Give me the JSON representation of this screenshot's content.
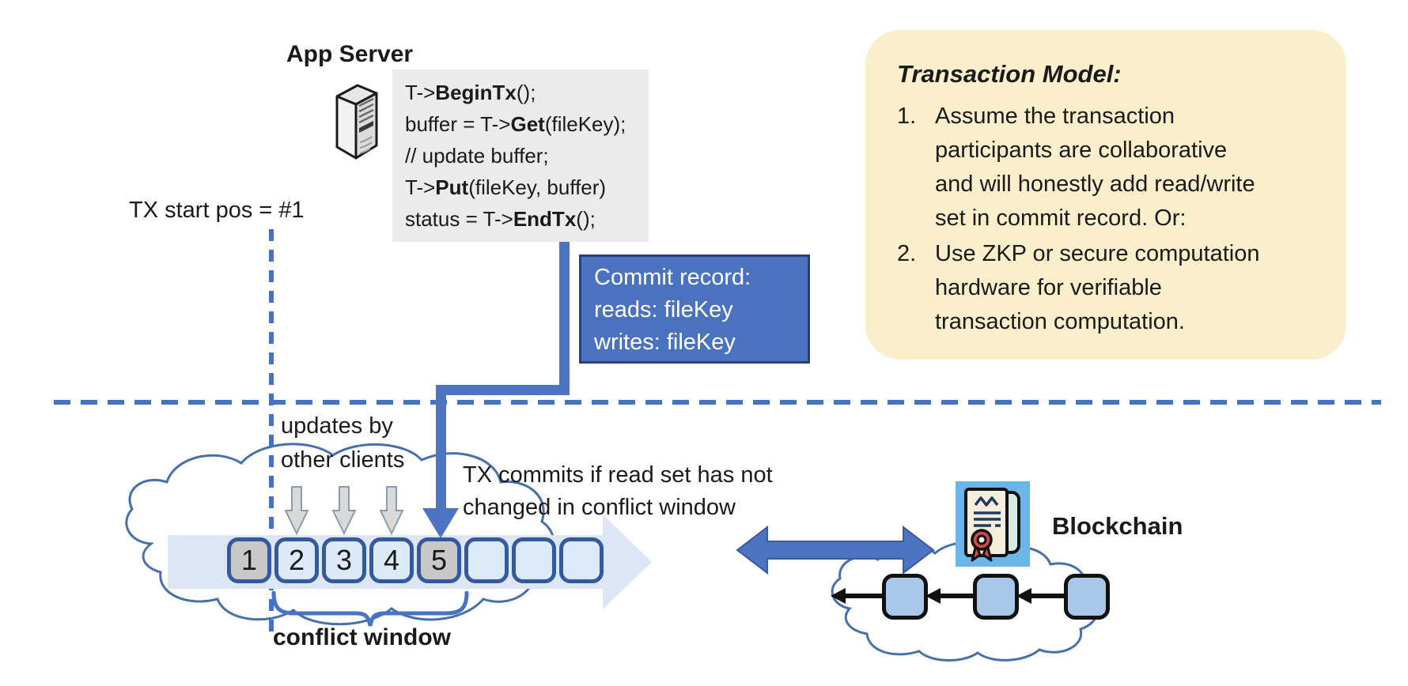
{
  "app_server": {
    "label": "App Server"
  },
  "code_box": {
    "lines": [
      {
        "pre": "T->",
        "bold": "BeginTx",
        "post": "();"
      },
      {
        "pre": "buffer = T->",
        "bold": "Get",
        "post": "(fileKey);"
      },
      {
        "pre": "// update buffer;",
        "bold": "",
        "post": ""
      },
      {
        "pre": "T->",
        "bold": "Put",
        "post": "(fileKey, buffer)"
      },
      {
        "pre": "status = T->",
        "bold": "EndTx",
        "post": "();"
      }
    ]
  },
  "tx_start": {
    "label": "TX start pos = #1"
  },
  "commit_record": {
    "line1": "Commit record:",
    "line2": "reads: fileKey",
    "line3": "writes: fileKey"
  },
  "transaction_model": {
    "title": "Transaction Model:",
    "items": [
      {
        "number": "1.",
        "text": "Assume the transaction\nparticipants are collaborative\nand will honestly add read/write\nset in commit record.  Or:"
      },
      {
        "number": "2.",
        "text": "Use ZKP or secure computation\nhardware for verifiable\ntransaction computation."
      }
    ]
  },
  "timeline": {
    "updates_label": "updates by\nother clients",
    "commit_note": "TX commits if read set has not\nchanged in conflict window",
    "conflict_window_label": "conflict window",
    "blocks": [
      {
        "label": "1",
        "variant": "gray"
      },
      {
        "label": "2",
        "variant": "blue"
      },
      {
        "label": "3",
        "variant": "blue"
      },
      {
        "label": "4",
        "variant": "blue"
      },
      {
        "label": "5",
        "variant": "gray"
      },
      {
        "label": "",
        "variant": "blue"
      },
      {
        "label": "",
        "variant": "blue"
      },
      {
        "label": "",
        "variant": "blue"
      }
    ]
  },
  "blockchain": {
    "label": "Blockchain"
  },
  "icons": {
    "server": "server-icon",
    "certificate": "certificate-icon",
    "update_arrow": "update-arrow-icon",
    "sync_arrow": "double-arrow-icon"
  },
  "colors": {
    "accent_blue": "#4472c4",
    "connector_blue": "#4c74c2",
    "commit_box_fill": "#4b72be",
    "commit_box_border": "#2c3e78",
    "model_box_fill": "#faeecb",
    "block_border": "#34599c",
    "block_blue_fill": "#dce9f7",
    "block_gray_fill": "#c8c8c8",
    "timeline_band": "#dce6f5",
    "chain_block_fill": "#a9c7e9",
    "cloud_stroke": "#4570ad",
    "cert_bg": "#6cb5e9",
    "cert_red": "#d04a4a",
    "code_box_fill": "#ebebeb"
  }
}
